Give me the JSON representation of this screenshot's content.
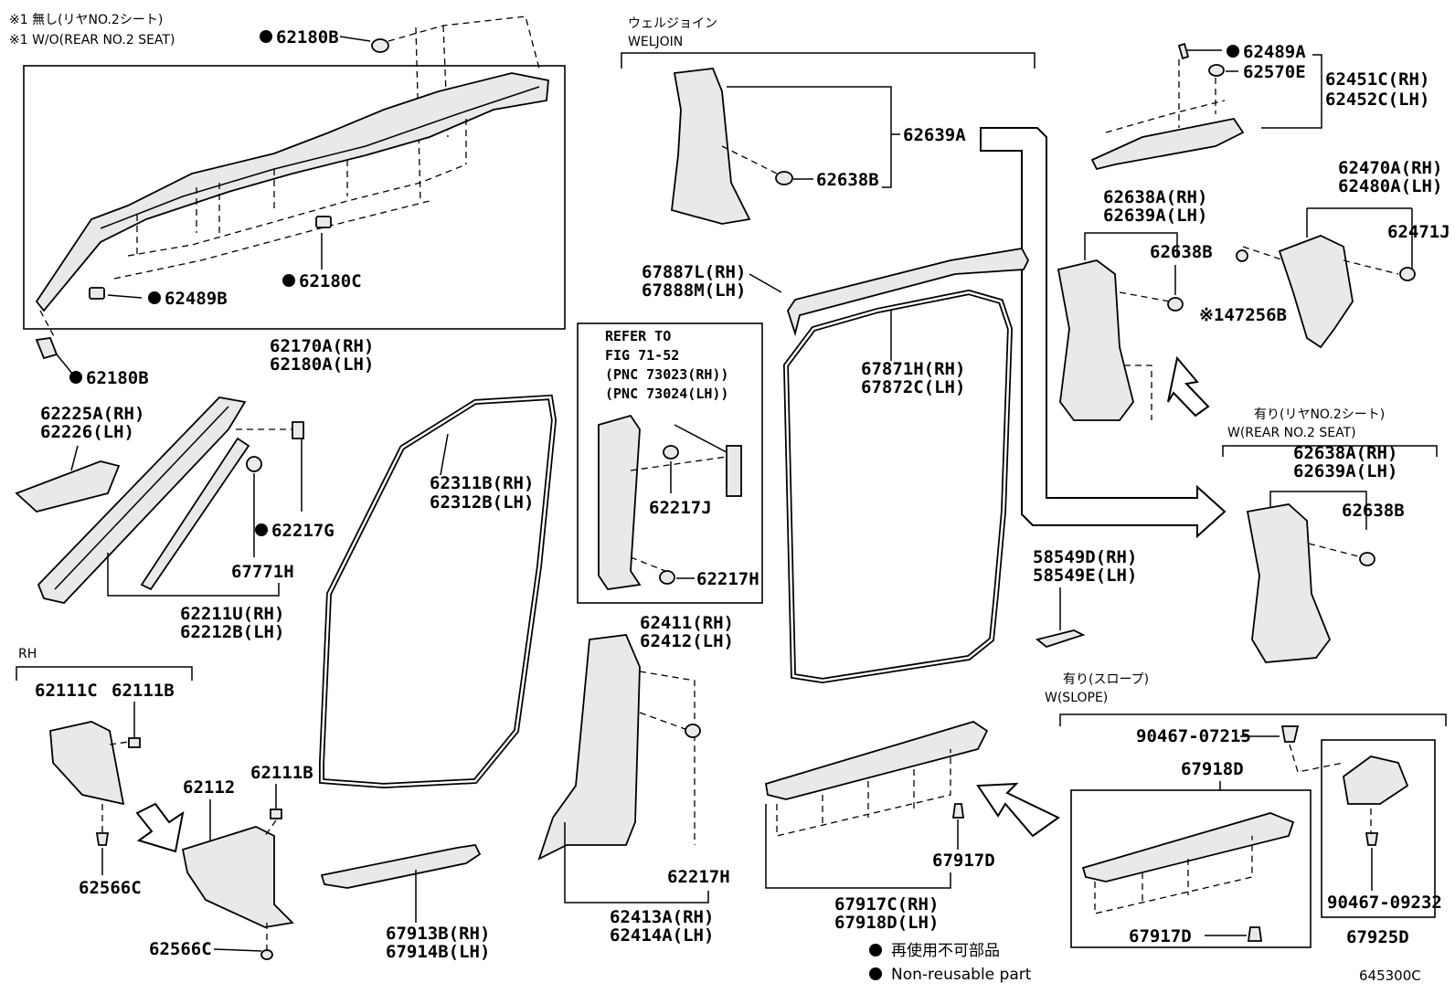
{
  "notes": {
    "wo_seat_jp": "※1 無し(リヤNO.2シート)",
    "wo_seat_en": "※1 W/O(REAR NO.2 SEAT)",
    "weljoin_jp": "ウェルジョイン",
    "weljoin_en": "WELJOIN",
    "refer_1": "REFER TO",
    "refer_2": "FIG 71-52",
    "refer_3": "(PNC 73023(RH))",
    "refer_4": "(PNC 73024(LH))",
    "rh": "RH",
    "w_seat_jp": "有り(リヤNO.2シート)",
    "w_seat_en": "W(REAR NO.2 SEAT)",
    "slope_jp": "有り(スロープ)",
    "slope_en": "W(SLOPE)",
    "legend_jp": "再使用不可部品",
    "legend_en": "Non-reusable part",
    "figure_code": "645300C"
  },
  "parts": {
    "p62180B_top": "62180B",
    "p62170A": "62170A(RH)",
    "p62180A": "62180A(LH)",
    "p62489B": "62489B",
    "p62180C": "62180C",
    "p62180B_low": "62180B",
    "p62225A": "62225A(RH)",
    "p62226": "62226(LH)",
    "p62217G": "62217G",
    "p67771H": "67771H",
    "p62211U": "62211U(RH)",
    "p62212B": "62212B(LH)",
    "p62111C": "62111C",
    "p62111B_a": "62111B",
    "p62111B_b": "62111B",
    "p62112": "62112",
    "p62566C_a": "62566C",
    "p62566C_b": "62566C",
    "p62311B": "62311B(RH)",
    "p62312B": "62312B(LH)",
    "p67913B": "67913B(RH)",
    "p67914B": "67914B(LH)",
    "p62217J": "62217J",
    "p62217H_a": "62217H",
    "p62411": "62411(RH)",
    "p62412": "62412(LH)",
    "p62217H_b": "62217H",
    "p62413A": "62413A(RH)",
    "p62414A": "62414A(LH)",
    "p62639A_top": "62639A",
    "p62638B_top": "62638B",
    "p67887L": "67887L(RH)",
    "p67888M": "67888M(LH)",
    "p67871H": "67871H(RH)",
    "p67872C": "67872C(LH)",
    "p67917D_a": "67917D",
    "p67917C": "67917C(RH)",
    "p67918D_lh": "67918D(LH)",
    "p62489A": "62489A",
    "p62570E": "62570E",
    "p62451C": "62451C(RH)",
    "p62452C": "62452C(LH)",
    "p62470A": "62470A(RH)",
    "p62480A": "62480A(LH)",
    "p62471J": "62471J",
    "p62638A_1": "62638A(RH)",
    "p62639A_1": "62639A(LH)",
    "p62638B_1": "62638B",
    "p47256B": "※147256B",
    "p62638A_2": "62638A(RH)",
    "p62639A_2": "62639A(LH)",
    "p62638B_2": "62638B",
    "p58549D": "58549D(RH)",
    "p58549E": "58549E(LH)",
    "p90467_07215": "90467-07215",
    "p67918D": "67918D",
    "p67917D_b": "67917D",
    "p90467_09232": "90467-09232",
    "p67925D": "67925D"
  }
}
